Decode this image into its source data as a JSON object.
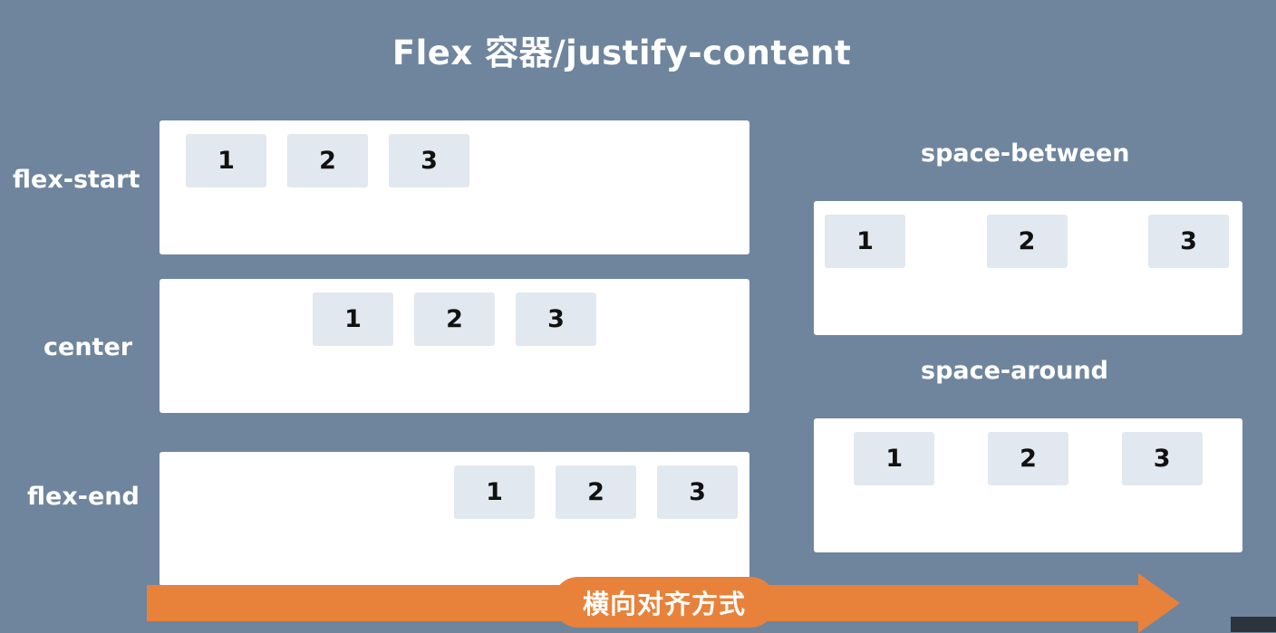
{
  "title": "Flex 容器/justify-content",
  "rows": [
    {
      "label": "flex-start",
      "items": [
        "1",
        "2",
        "3"
      ]
    },
    {
      "label": "center",
      "items": [
        "1",
        "2",
        "3"
      ]
    },
    {
      "label": "flex-end",
      "items": [
        "1",
        "2",
        "3"
      ]
    }
  ],
  "side": [
    {
      "label": "space-between",
      "items": [
        "1",
        "2",
        "3"
      ]
    },
    {
      "label": "space-around",
      "items": [
        "1",
        "2",
        "3"
      ]
    }
  ],
  "arrow": {
    "label": "横向对齐方式"
  },
  "colors": {
    "background": "#6e859d",
    "panel": "#ffffff",
    "item": "#e2e8ef",
    "arrow": "#e8823a"
  }
}
